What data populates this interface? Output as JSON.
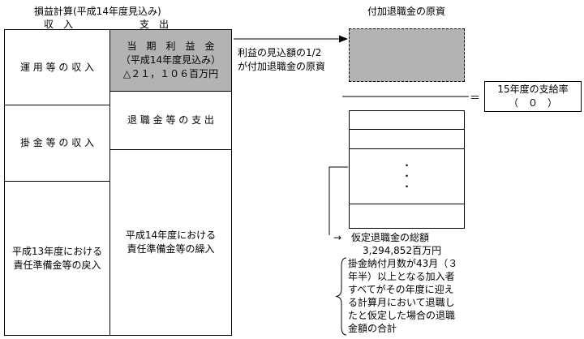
{
  "titles": {
    "pl": "損益計算(平成14年度見込み)",
    "income": "収　入",
    "expense": "支　出",
    "fund": "付加退職金の原資"
  },
  "pl_table": {
    "income_rows": [
      {
        "label": "運 用 等 の 収 入"
      },
      {
        "label": "掛 金 等 の 収 入"
      },
      {
        "line1": "平成13年度における",
        "line2": "責任準備金等の戻入"
      }
    ],
    "expense_rows": [
      {
        "line1": "当　期　利　益　金",
        "line2": "（平成14年度見込み）",
        "line3": "△２１，１０６百万円"
      },
      {
        "label": "退 職 金 等 の 支 出"
      },
      {
        "line1": "平成14年度における",
        "line2": "責任準備金等の繰入"
      }
    ]
  },
  "note": {
    "line1": "利益の見込額の1/2",
    "line2": "が付加退職金の原資"
  },
  "fraction": {
    "dot": "・",
    "equals": "＝",
    "rate_line1": "15年度の支給率",
    "rate_line2": "（　０　）"
  },
  "total": {
    "label": "→　仮定退職金の総額",
    "value": "3,294,852百万円"
  },
  "footnote": {
    "lines": [
      "掛金納付月数が43月（３",
      "年半）以上となる加入者",
      "すべてがその年度に迎え",
      "る計算月において退職し",
      "たと仮定した場合の退職",
      "金額の合計"
    ]
  },
  "colors": {
    "highlight_gray": "#b3b3b3",
    "line_black": "#000000"
  }
}
